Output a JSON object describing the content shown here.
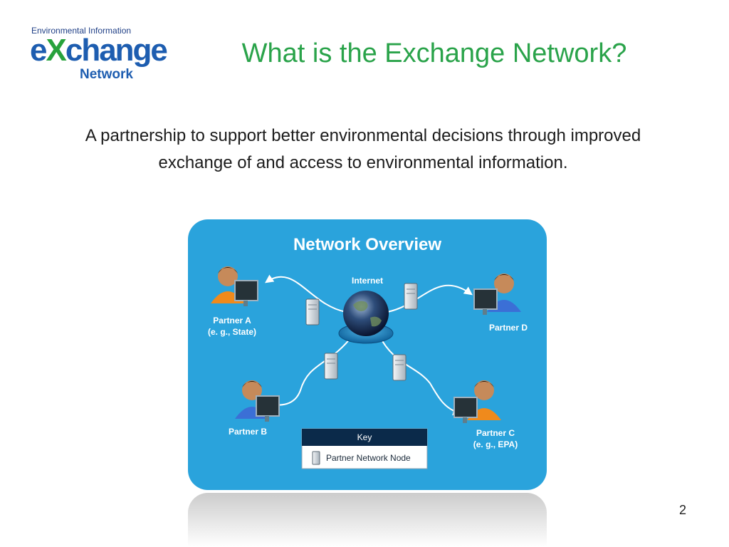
{
  "logo": {
    "line1": "Environmental Information",
    "main_e": "e",
    "main_x": "X",
    "main_rest": "change",
    "line3": "Network"
  },
  "slide": {
    "title": "What is the Exchange Network?",
    "body": "A partnership to support better environmental decisions through improved exchange of and access to environmental information.",
    "page_number": "2"
  },
  "diagram": {
    "title": "Network Overview",
    "internet_label": "Internet",
    "partner_a": {
      "line1": "Partner A",
      "line2": "(e. g., State)"
    },
    "partner_b": {
      "line1": "Partner B"
    },
    "partner_c": {
      "line1": "Partner C",
      "line2": "(e. g., EPA)"
    },
    "partner_d": {
      "line1": "Partner D"
    },
    "key": {
      "title": "Key",
      "item": "Partner Network Node"
    }
  },
  "colors": {
    "title_green": "#2aa34a",
    "panel_blue": "#2aa3dc",
    "key_header": "#0b2a4a"
  }
}
